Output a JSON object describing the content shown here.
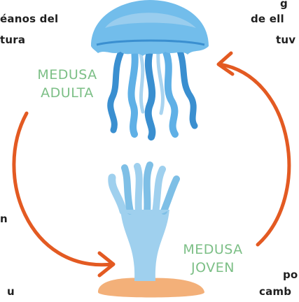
{
  "labels": {
    "adult_line1": "MEDUSA",
    "adult_line2": "ADULTA",
    "young_line1": "MEDUSA",
    "young_line2": "JOVEN"
  },
  "cropped_text": {
    "t1": "éanos del",
    "t2": "tura",
    "t3": "g",
    "t4": "de ell",
    "t5": "tuv",
    "t6": "n",
    "t7": "u",
    "t8": "po",
    "t9": "camb"
  },
  "colors": {
    "arrow": "#e35a22",
    "jelly_light": "#a9d4f0",
    "jelly_mid": "#5fb0e6",
    "jelly_dark": "#3a8fd0",
    "polyp": "#9fd0ee",
    "base": "#f3b079",
    "label": "#7cbf86"
  }
}
